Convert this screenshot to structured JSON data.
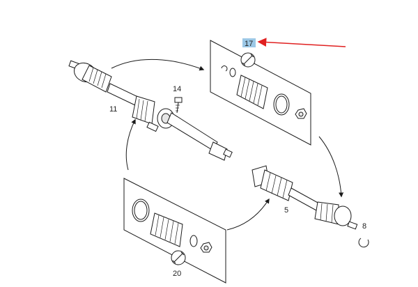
{
  "callouts": {
    "c17": "17",
    "c14": "14",
    "c11": "11",
    "c5": "5",
    "c8": "8",
    "c20": "20"
  },
  "colors": {
    "highlight": "#9cc8e6",
    "pointer_arrow": "#e02020",
    "line": "#1a1a1a",
    "background": "#ffffff"
  },
  "icons": {
    "kit17": "wrench-icon",
    "kit20": "wrench-icon"
  }
}
